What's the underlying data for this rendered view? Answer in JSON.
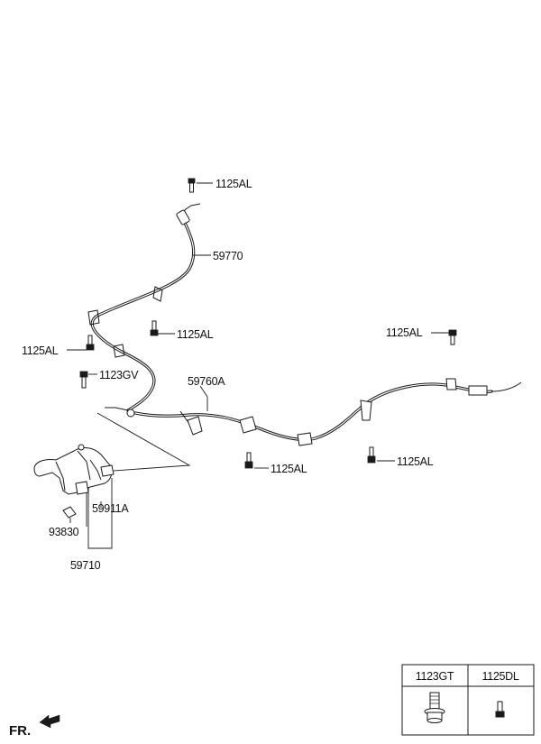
{
  "diagram": {
    "labels": {
      "bolt_top": "1125AL",
      "cable_upper": "59770",
      "bolt_upper_mid": "1125AL",
      "bolt_left": "1125AL",
      "bolt_right_top": "1125AL",
      "bolt_lever": "1123GV",
      "cable_main": "59760A",
      "bolt_bottom_mid": "1125AL",
      "bolt_bottom_right": "1125AL",
      "switch": "59911A",
      "clip": "93830",
      "lever_assembly": "59710"
    },
    "legend_table": {
      "headers": [
        "1123GT",
        "1125DL"
      ],
      "icons": [
        "flange-bolt-icon",
        "small-bolt-icon"
      ]
    },
    "front_indicator": "FR."
  }
}
